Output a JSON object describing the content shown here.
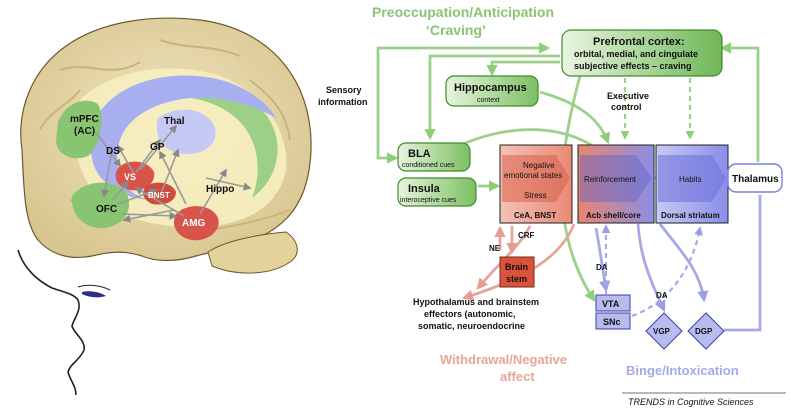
{
  "colors": {
    "green_arrow": "#9dd08a",
    "green_box": "#8dc66e",
    "green_dark": "#3f8a2a",
    "pink_arrow": "#e6a59a",
    "red_box": "#d9533b",
    "blue_arrow": "#a6a8e8",
    "blue_box": "#7a7fe0",
    "brain_tan": "#e6d7a8",
    "brain_blue": "#a9b2ef"
  },
  "brain": {
    "labels": {
      "mpfc": "mPFC",
      "ac": "(AC)",
      "ds": "DS",
      "gp": "GP",
      "thal": "Thal",
      "vs": "VS",
      "bnst": "BNST",
      "ofc": "OFC",
      "amg": "AMG",
      "hippo": "Hippo"
    }
  },
  "diagram": {
    "preoccupation_title": "Preoccupation/Anticipation",
    "craving_title": "‘Craving’",
    "sensory_line1": "Sensory",
    "sensory_line2": "information",
    "pfc_title": "Prefrontal cortex:",
    "pfc_line2": "orbital, medial, and cingulate",
    "pfc_line3": "subjective effects – craving",
    "hippocampus_title": "Hippocampus",
    "hippocampus_sub": "context",
    "executive_line1": "Executive",
    "executive_line2": "control",
    "bla_title": "BLA",
    "bla_sub": "conditioned cues",
    "insula_title": "Insula",
    "insula_sub": "interoceptive cues",
    "neg_line1": "Negative",
    "neg_line2": "emotional states",
    "stress": "Stress",
    "cea_bnst": "CeA, BNST",
    "reinforcement": "Reinforcement",
    "acb": "Acb shell/core",
    "habits": "Habits",
    "dorsal": "Dorsal striatum",
    "thalamus": "Thalamus",
    "crf": "CRF",
    "ne": "NE",
    "brainstem_line1": "Brain",
    "brainstem_line2": "stem",
    "da1": "DA",
    "da2": "DA",
    "vta": "VTA",
    "snc": "SNc",
    "vgp": "VGP",
    "dgp": "DGP",
    "hypo_line1": "Hypothalamus and brainstem",
    "hypo_line2": "effectors (autonomic,",
    "hypo_line3": "somatic, neuroendocrine",
    "withdrawal_line1": "Withdrawal/Negative",
    "withdrawal_line2": "affect",
    "binge": "Binge/Intoxication",
    "journal": "TRENDS in Cognitive Sciences"
  }
}
